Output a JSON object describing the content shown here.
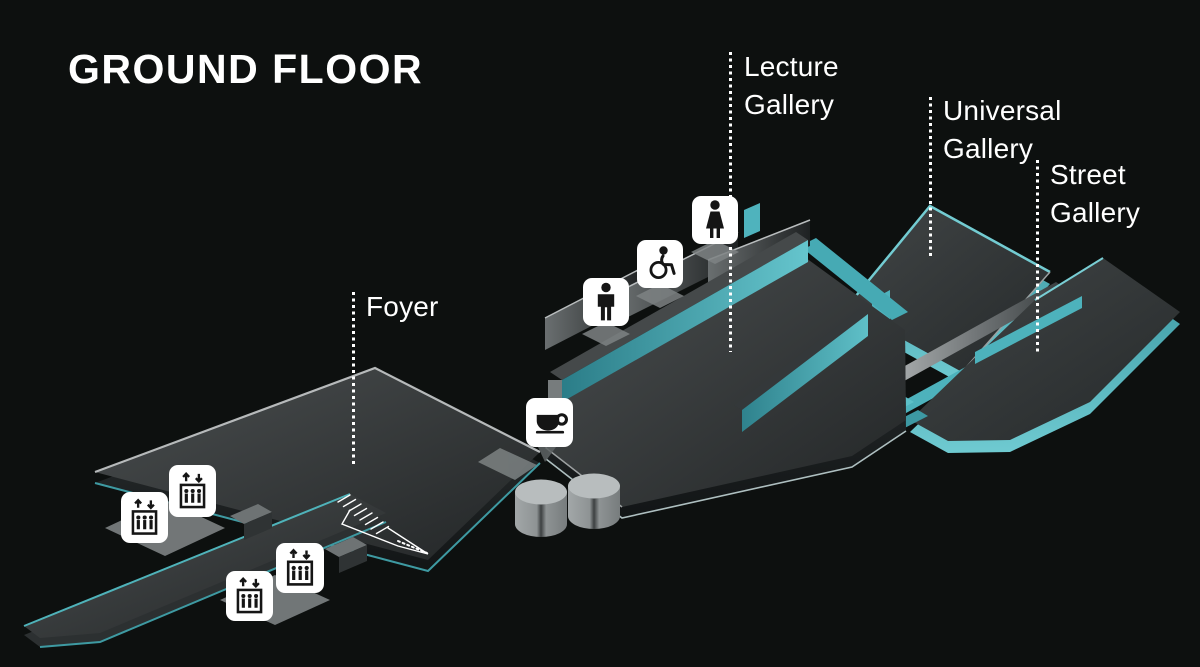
{
  "title": "GROUND FLOOR",
  "labels": {
    "foyer": {
      "line1": "Foyer"
    },
    "lecture_gallery": {
      "line1": "Lecture",
      "line2": "Gallery"
    },
    "universal_gallery": {
      "line1": "Universal",
      "line2": "Gallery"
    },
    "street_gallery": {
      "line1": "Street",
      "line2": "Gallery"
    }
  },
  "facilities": [
    {
      "name": "womens-restroom"
    },
    {
      "name": "accessible-restroom"
    },
    {
      "name": "mens-restroom"
    },
    {
      "name": "cafe"
    },
    {
      "name": "stairs"
    },
    {
      "name": "elevator",
      "count": 4
    },
    {
      "name": "pillars",
      "count": 2
    }
  ],
  "colors": {
    "background": "#0d100f",
    "accent_teal": "#54b9c1",
    "floor": "#3a3e3f",
    "icon_background": "#ffffff",
    "icon_glyph": "#151515",
    "text": "#ffffff"
  }
}
